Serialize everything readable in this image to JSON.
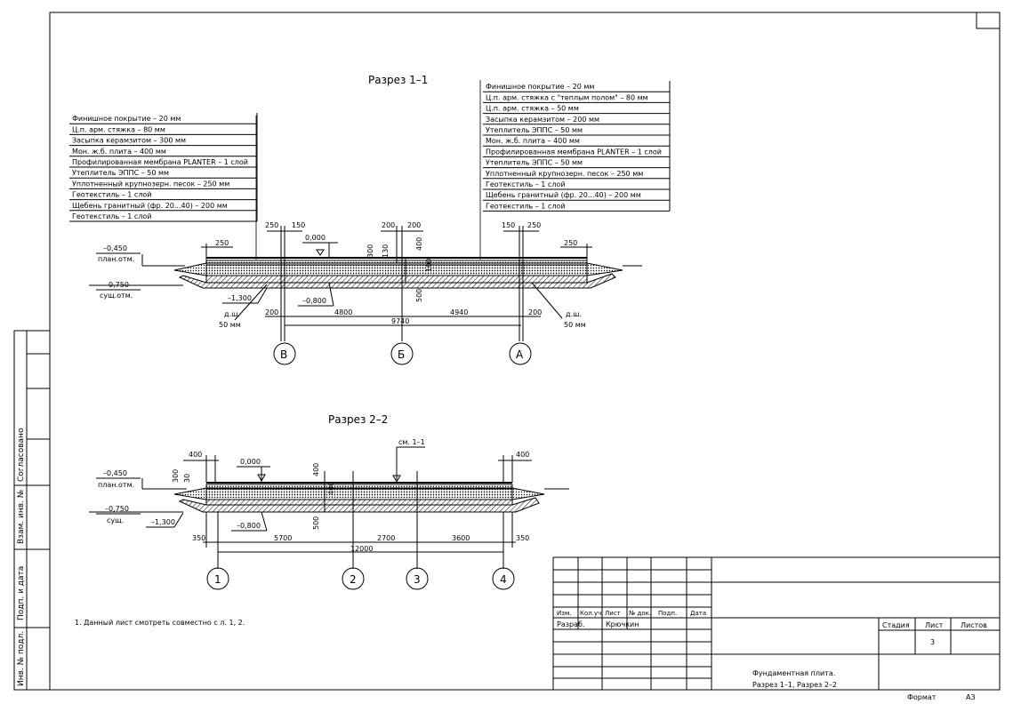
{
  "section1": {
    "title": "Разрез 1–1",
    "left_layers": [
      "Финишное покрытие – 20 мм",
      "Ц.п. арм. стяжка – 80 мм",
      "Засыпка керамзитом – 300 мм",
      "Мон. ж.б. плита – 400 мм",
      "Профилированная мембрана PLANTER – 1 слой",
      "Утеплитель ЭППС – 50 мм",
      "Уплотненный крупнозерн. песок – 250 мм",
      "Геотекстиль – 1 слой",
      "Щебень гранитный (фр. 20...40) – 200 мм",
      "Геотекстиль – 1 слой"
    ],
    "right_layers": [
      "Финишное покрытие – 20 мм",
      "Ц.п. арм. стяжка с \"теплым полом\" – 80 мм",
      "Ц.п. арм. стяжка – 50 мм",
      "Засыпка керамзитом – 200 мм",
      "Утеплитель ЭППС – 50 мм",
      "Мон. ж.б. плита – 400 мм",
      "Профилированная мембрана PLANTER – 1 слой",
      "Утеплитель ЭППС – 50 мм",
      "Уплотненный крупнозерн. песок – 250 мм",
      "Геотекстиль – 1 слой",
      "Щебень гранитный (фр. 20...40) – 200 мм",
      "Геотекстиль – 1 слой"
    ],
    "levels": {
      "plan_value": "–0,450",
      "plan_label": "план.отм.",
      "exist_value": "–0,750",
      "exist_label": "сущ.отм.",
      "bottom": "–1,300",
      "zero": "0,000",
      "base": "–0,800"
    },
    "dims": {
      "d250a": "250",
      "d250b": "250",
      "d150a": "150",
      "d200a": "200",
      "d200b": "200",
      "d300": "300",
      "d130": "130",
      "d400": "400",
      "d150b": "150",
      "d250c": "250",
      "d250d": "250",
      "d500": "500",
      "d100": "100",
      "bot_200a": "200",
      "bot_4800": "4800",
      "bot_4940": "4940",
      "bot_200b": "200",
      "total": "9740"
    },
    "drain_left": [
      "д.ш.",
      "50 мм"
    ],
    "drain_right": [
      "д.ш.",
      "50 мм"
    ],
    "axes": [
      "В",
      "Б",
      "А"
    ]
  },
  "section2": {
    "title": "Разрез 2–2",
    "ref": "см. 1–1",
    "levels": {
      "plan_value": "–0,450",
      "plan_label": "план.отм.",
      "exist_value": "–0,750",
      "exist_label": "сущ.",
      "bottom": "–1,300",
      "zero": "0,000",
      "base": "–0,800"
    },
    "dims": {
      "d400a": "400",
      "d300": "300",
      "d30": "30",
      "d400b": "400",
      "d400c": "400",
      "d400d": "400",
      "d500": "500",
      "bot_350a": "350",
      "bot_5700": "5700",
      "bot_2700": "2700",
      "bot_3600": "3600",
      "bot_350b": "350",
      "total": "12000"
    },
    "axes": [
      "1",
      "2",
      "3",
      "4"
    ]
  },
  "note": "1.   Данный лист смотреть совместно с л. 1, 2.",
  "side_stamp": {
    "agreed": "Согласовано",
    "inv_vz": "Взам. инв. №",
    "sign_date": "Подп. и дата",
    "inv_podl": "Инв. № подл."
  },
  "title_block": {
    "cols": [
      "Изм.",
      "Кол.уч.",
      "Лист",
      "№ док.",
      "Подп.",
      "Дата"
    ],
    "role": "Разраб.",
    "name": "Крючкин",
    "stage_h": "Стадия",
    "sheet_h": "Лист",
    "sheets_h": "Листов",
    "sheet_no": "3",
    "doc_title_1": "Фундаментная плита.",
    "doc_title_2": "Разрез 1–1, Разрез 2–2"
  },
  "format_label": "Формат",
  "format_value": "А3"
}
